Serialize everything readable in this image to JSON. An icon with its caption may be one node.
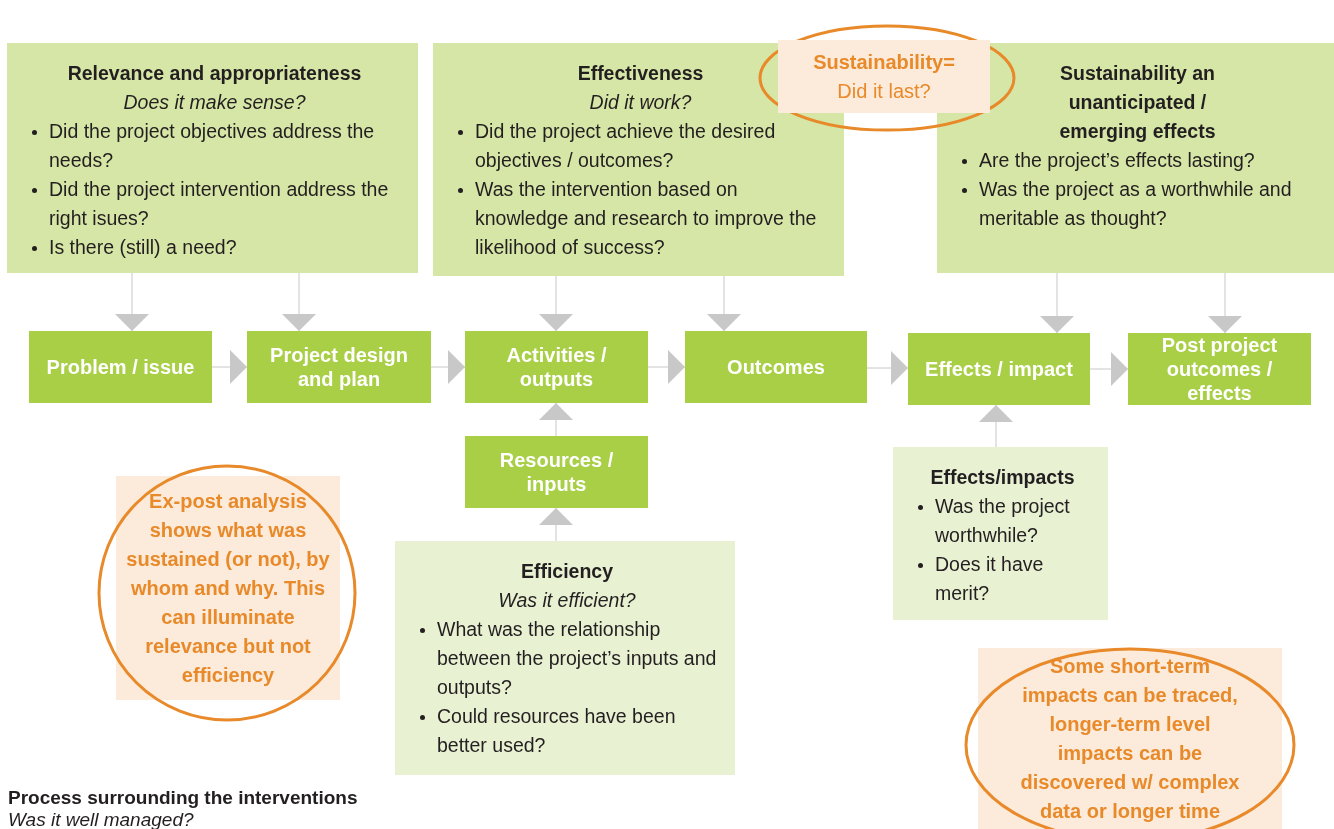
{
  "diagram": {
    "nodes": [
      {
        "text": [
          "Relevance and appropriateness",
          "Does it make sense?",
          "Did the project objectives address the needs?",
          "Did the project intervention address the right isues?",
          "Is there (still) a need?"
        ]
      },
      {
        "text": [
          "Effectiveness",
          "Did it work?",
          "Did the project achieve the desired objectives / outcomes?",
          "Was the intervention based on knowledge and research to improve the likelihood of success?"
        ]
      },
      {
        "text": [
          "Sustainability=",
          "Did it last?"
        ]
      },
      {
        "text": [
          "Sustainability an unanticipated / emerging effects",
          "Are the project’s effects lasting?",
          "Was the project as a worthwhile and meritable as thought?"
        ]
      },
      {
        "text": [
          "Problem / issue"
        ]
      },
      {
        "text": [
          "Project design and plan"
        ]
      },
      {
        "text": [
          "Activities / outputs"
        ]
      },
      {
        "text": [
          "Outcomes"
        ]
      },
      {
        "text": [
          "Effects / impact"
        ]
      },
      {
        "text": [
          "Post project outcomes / effects"
        ]
      },
      {
        "text": [
          "Resources / inputs"
        ]
      },
      {
        "text": [
          "Ex-post analysis shows what was sustained (or not), by whom and why. This can illuminate relevance but not efficiency"
        ]
      },
      {
        "text": [
          "Efficiency",
          "Was it efficient?",
          "What was the relationship between the project’s inputs and outputs?",
          "Could resources have been better used?"
        ]
      },
      {
        "text": [
          "Effects/impacts",
          "Was the project worthwhile?",
          "Does it have merit?"
        ]
      },
      {
        "text": [
          "Some short-term impacts can be traced, longer-term level impacts can be discovered w/ complex data or longer time"
        ]
      }
    ],
    "edges": [
      {
        "from": 0,
        "to": 4,
        "arrow": "to"
      },
      {
        "from": 0,
        "to": 5,
        "arrow": "to"
      },
      {
        "from": 1,
        "to": 6,
        "arrow": "to"
      },
      {
        "from": 1,
        "to": 7,
        "arrow": "to"
      },
      {
        "from": 3,
        "to": 8,
        "arrow": "to"
      },
      {
        "from": 3,
        "to": 9,
        "arrow": "to"
      },
      {
        "from": 4,
        "to": 5,
        "arrow": "to"
      },
      {
        "from": 5,
        "to": 6,
        "arrow": "to"
      },
      {
        "from": 6,
        "to": 7,
        "arrow": "to"
      },
      {
        "from": 7,
        "to": 8,
        "arrow": "to"
      },
      {
        "from": 8,
        "to": 9,
        "arrow": "to"
      },
      {
        "from": 10,
        "to": 6,
        "arrow": "to"
      },
      {
        "from": 12,
        "to": 10,
        "arrow": "to"
      },
      {
        "from": 13,
        "to": 8,
        "arrow": "to"
      }
    ],
    "labels": [
      "Process surrounding the interventions",
      "Was it well managed?"
    ]
  }
}
